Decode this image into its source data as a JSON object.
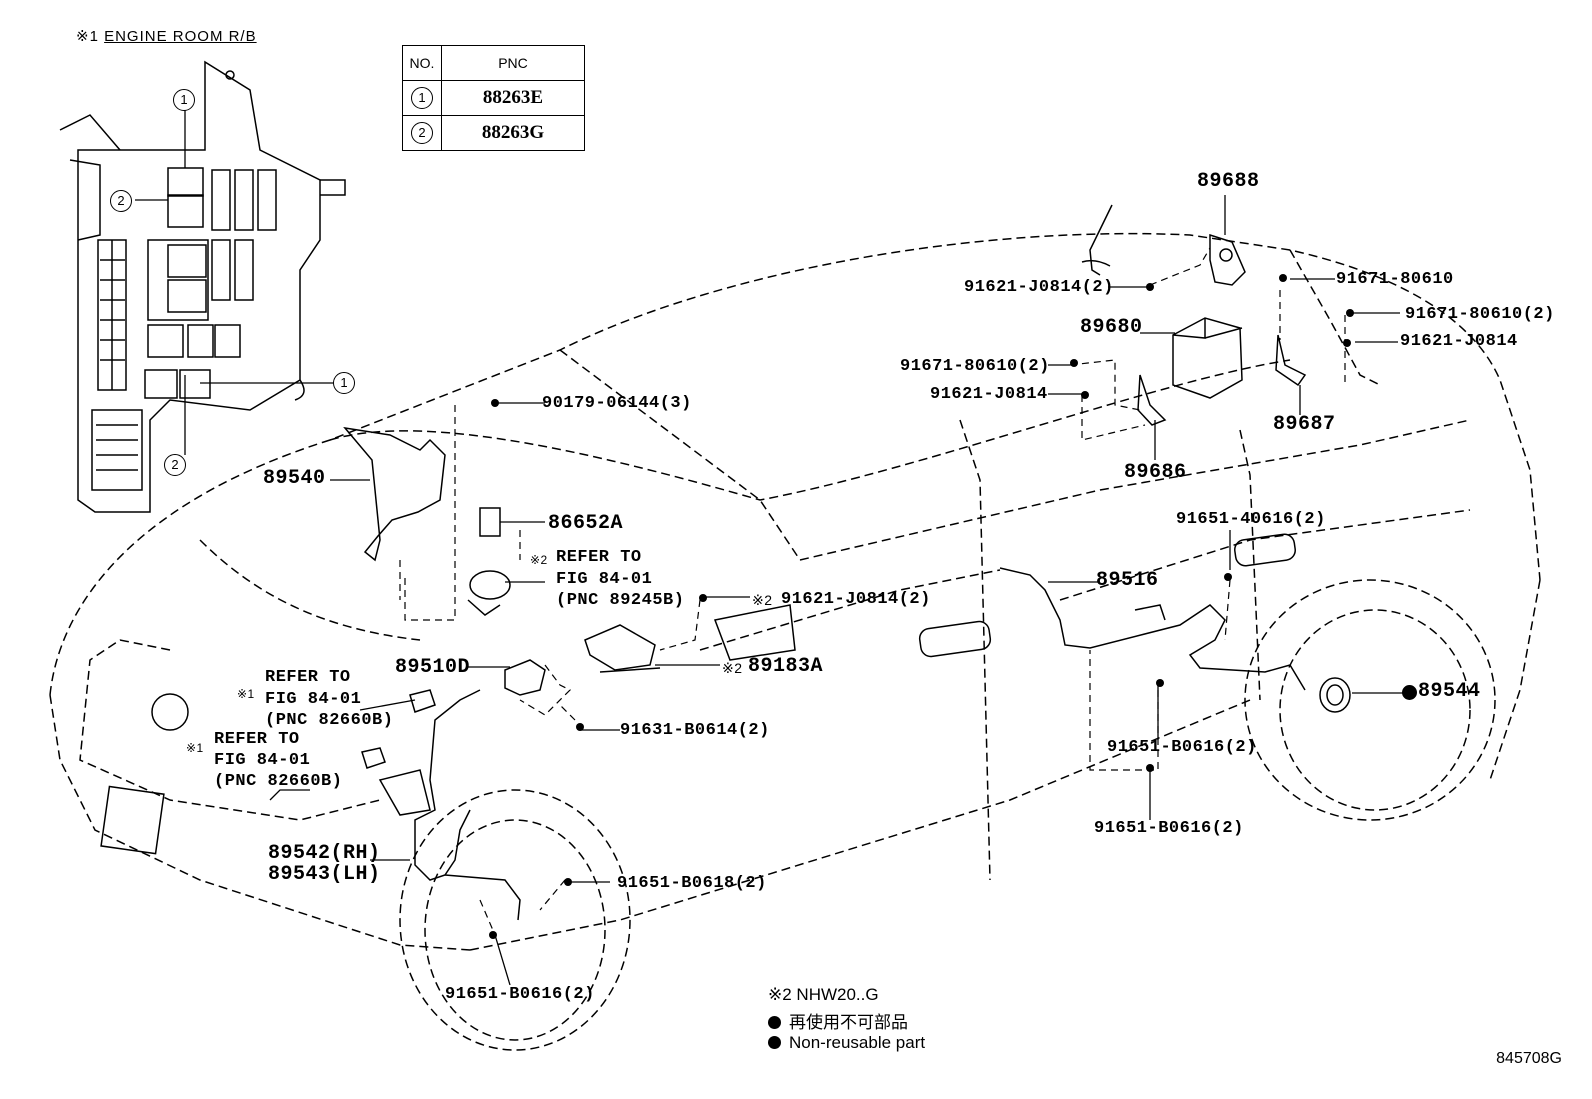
{
  "engine_room": {
    "mark": "※1",
    "title": "ENGINE ROOM R/B"
  },
  "pnc_table": {
    "headers": [
      "NO.",
      "PNC"
    ],
    "rows": [
      {
        "no": "1",
        "pnc": "88263E"
      },
      {
        "no": "2",
        "pnc": "88263G"
      }
    ]
  },
  "callouts": {
    "c1_top": "1",
    "c2_top": "2",
    "c1_bot": "1",
    "c2_bot": "2"
  },
  "labels": {
    "p89688": "89688",
    "p91621_J0814_2_top": "91621-J0814(2)",
    "p91671_80610": "91671-80610",
    "p91671_80610_2_right": "91671-80610(2)",
    "p89680": "89680",
    "p91621_J0814_right": "91621-J0814",
    "p91671_80610_2_mid": "91671-80610(2)",
    "p91621_J0814_mid": "91621-J0814",
    "p89687": "89687",
    "p89686": "89686",
    "p90179": "90179-06144(3)",
    "p89540": "89540",
    "p86652A": "86652A",
    "refer_fig_89245B_mark": "※2",
    "refer_fig_89245B_1": "REFER TO",
    "refer_fig_89245B_2": "FIG 84-01",
    "refer_fig_89245B_3": "(PNC 89245B)",
    "p91621_J0814_2_mid_mark": "※2",
    "p91621_J0814_2_mid": "91621-J0814(2)",
    "p89510D": "89510D",
    "p89183A_mark": "※2",
    "p89183A": "89183A",
    "refer1_mark": "※1",
    "refer1_1": "REFER TO",
    "refer1_2": "FIG 84-01",
    "refer1_3": "(PNC 82660B)",
    "refer2_mark": "※1",
    "refer2_1": "REFER TO",
    "refer2_2": "FIG 84-01",
    "refer2_3": "(PNC 82660B)",
    "p91631": "91631-B0614(2)",
    "p91651_40616": "91651-40616(2)",
    "p89516": "89516",
    "p89544": "89544",
    "p91651_B0616_2_a": "91651-B0616(2)",
    "p91651_B0616_2_b": "91651-B0616(2)",
    "p89542": "89542(RH)",
    "p89543": "89543(LH)",
    "p91651_B0618": "91651-B0618(2)",
    "p91651_B0616_2_c": "91651-B0616(2)"
  },
  "legend": {
    "note": "※2 NHW20..G",
    "non_reusable_jp": "再使用不可部品",
    "non_reusable_en": "Non-reusable part"
  },
  "figure_id": "845708G"
}
